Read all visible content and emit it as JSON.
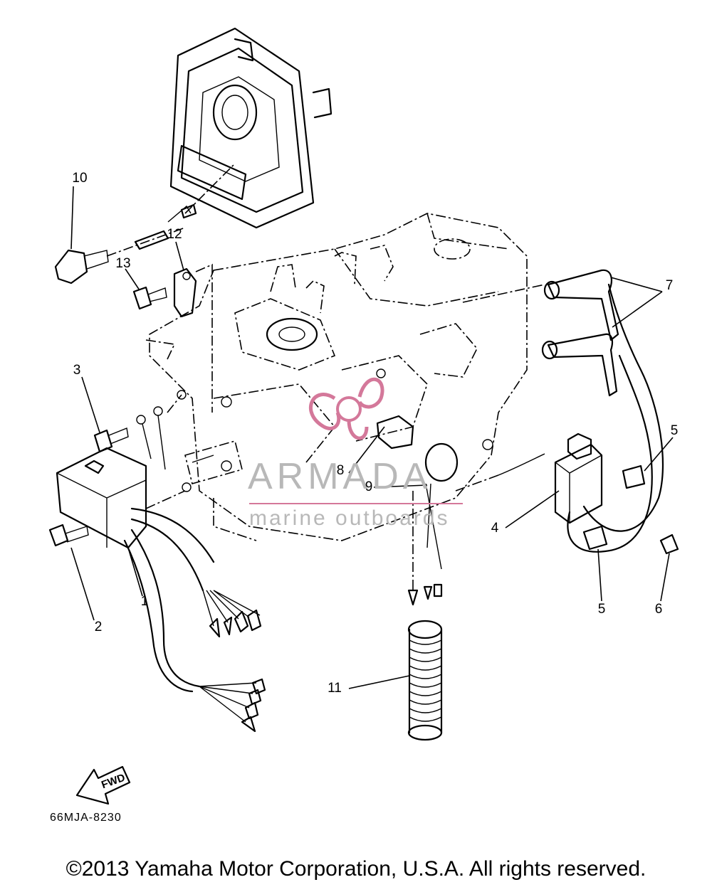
{
  "diagram": {
    "parts": [
      {
        "ref": "1",
        "label": "1"
      },
      {
        "ref": "2",
        "label": "2"
      },
      {
        "ref": "3",
        "label": "3"
      },
      {
        "ref": "4",
        "label": "4"
      },
      {
        "ref": "5a",
        "label": "5"
      },
      {
        "ref": "5b",
        "label": "5"
      },
      {
        "ref": "6",
        "label": "6"
      },
      {
        "ref": "7",
        "label": "7"
      },
      {
        "ref": "8",
        "label": "8"
      },
      {
        "ref": "9",
        "label": "9"
      },
      {
        "ref": "10",
        "label": "10"
      },
      {
        "ref": "11",
        "label": "11"
      },
      {
        "ref": "12",
        "label": "12"
      },
      {
        "ref": "13",
        "label": "13"
      }
    ],
    "fwd_label": "FWD",
    "diagram_code": "66MJA-8230",
    "copyright": "©2013 Yamaha Motor Corporation, U.S.A. All rights reserved."
  },
  "watermark": {
    "brand": "ARMADA",
    "tagline": "marine outboards",
    "accent_color": "#d4789a",
    "text_color": "#b8b8b8"
  }
}
